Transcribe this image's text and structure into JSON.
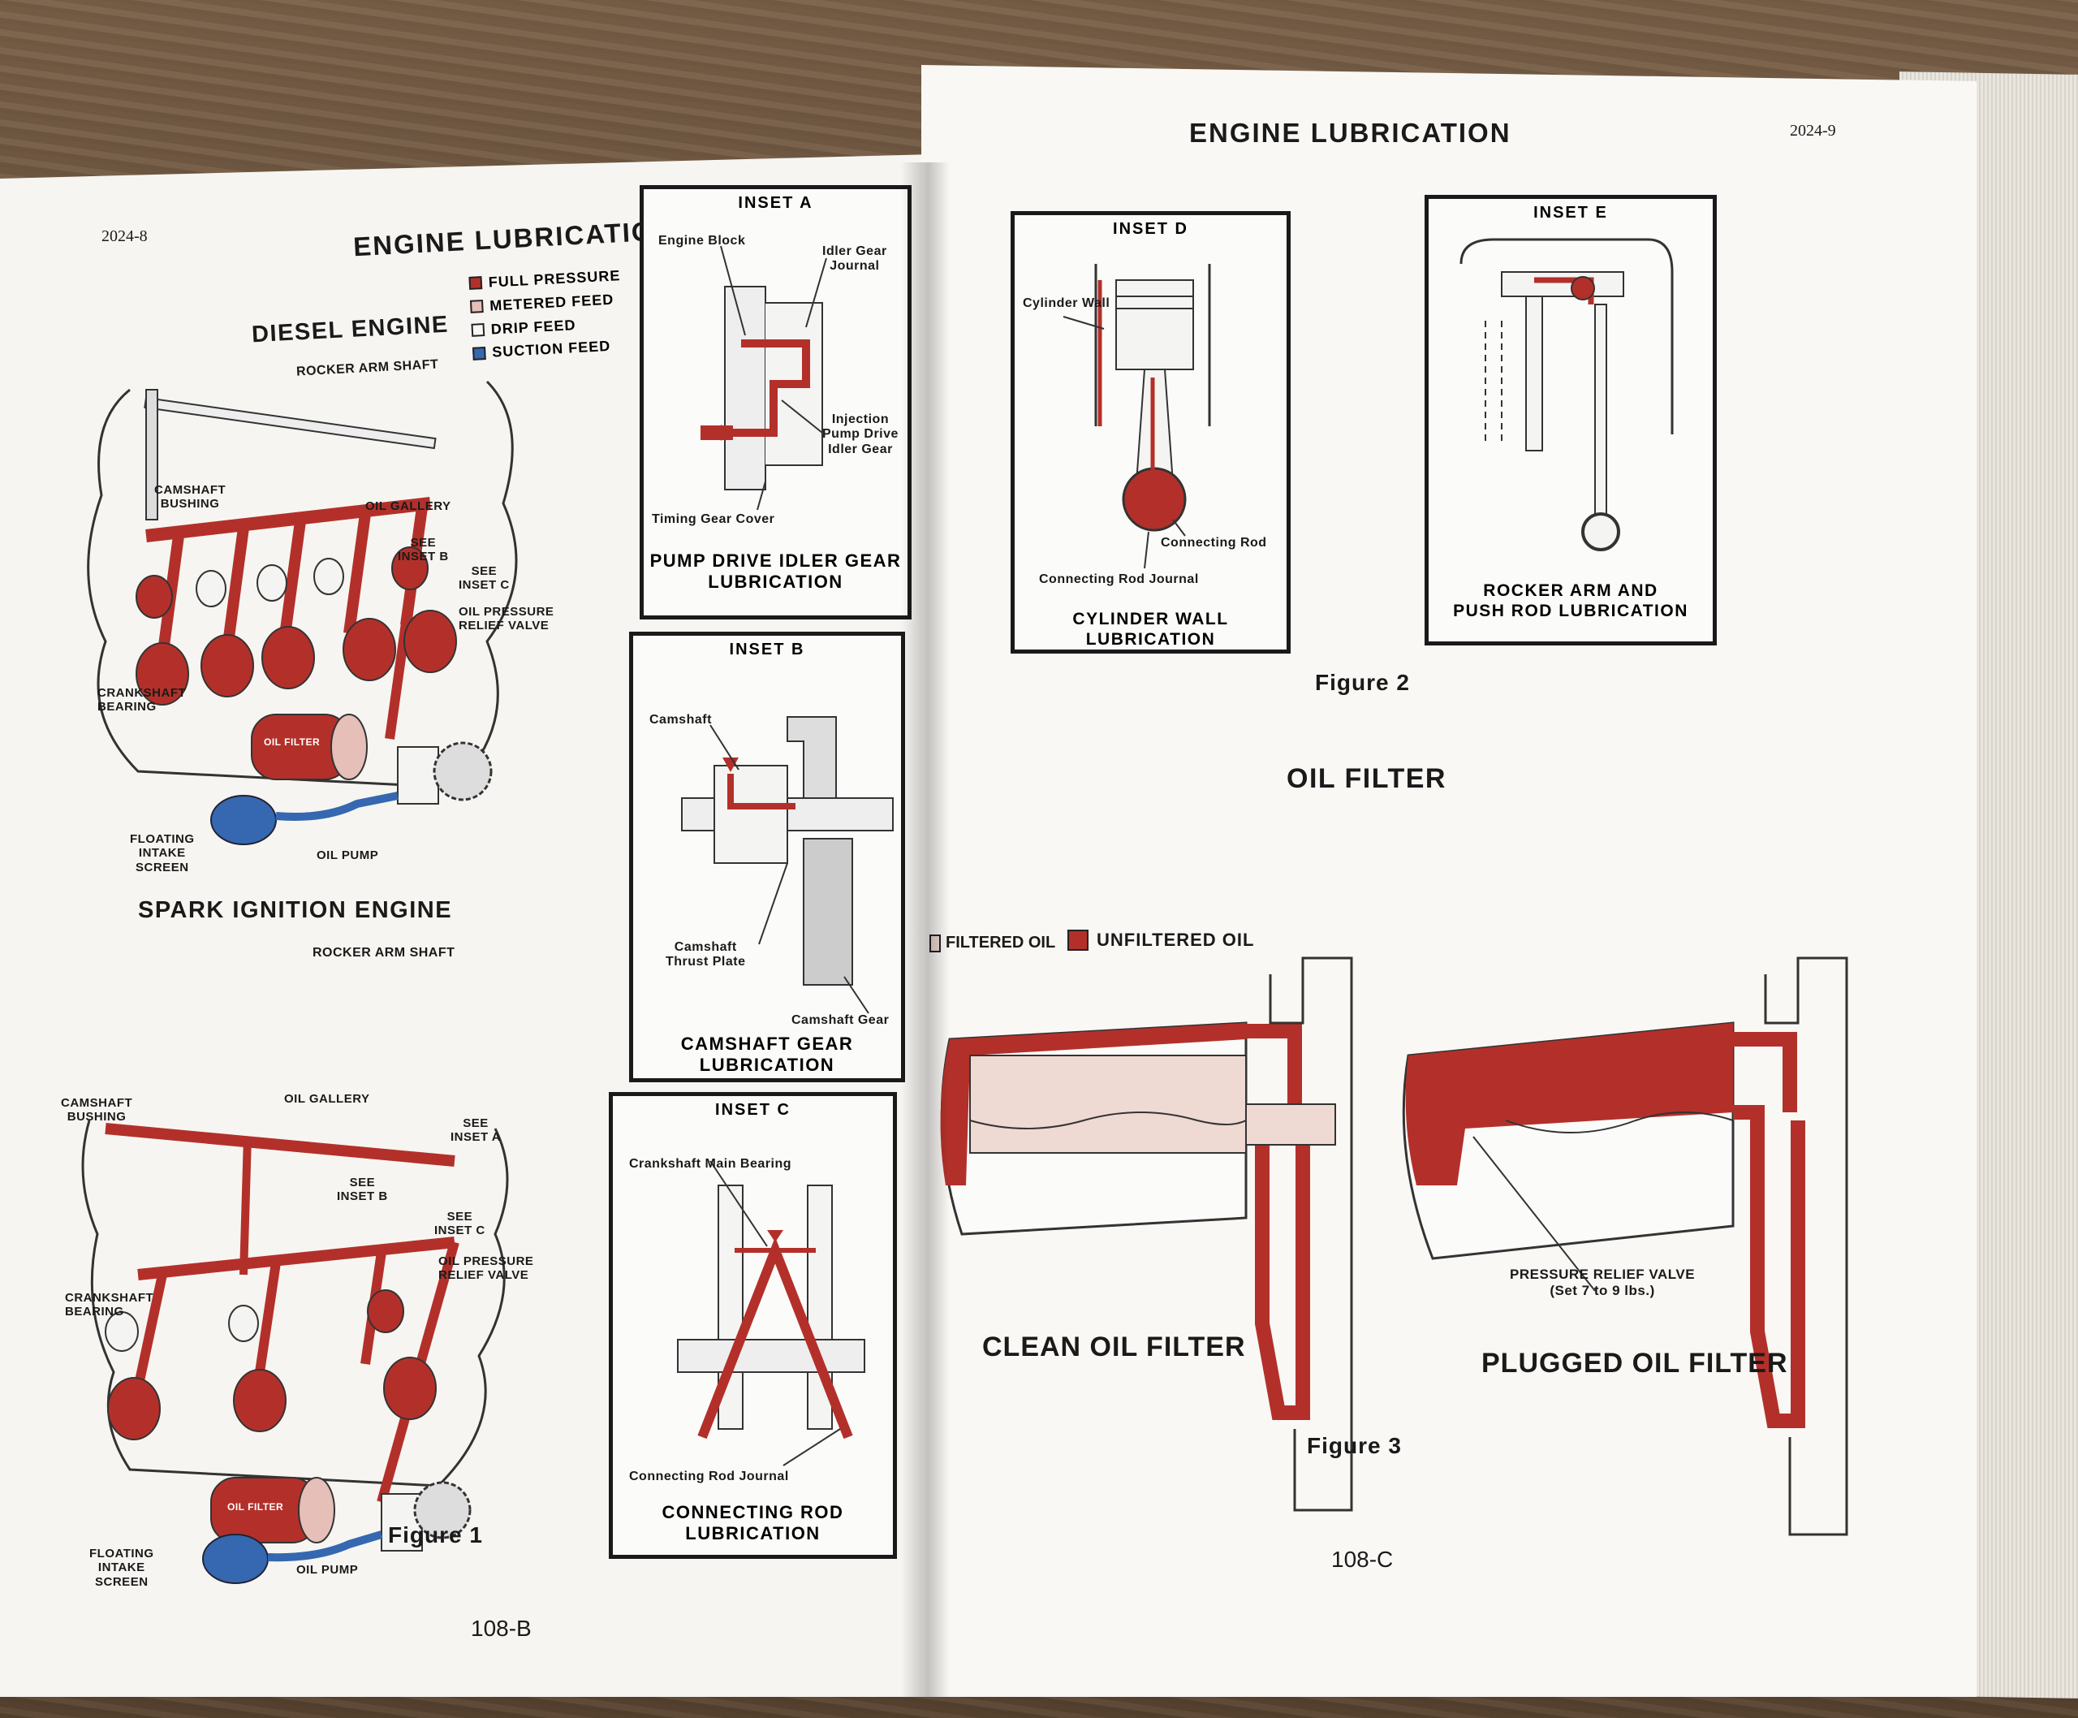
{
  "left_page": {
    "page_code": "2024-8",
    "title": "ENGINE LUBRICATION",
    "legend": [
      {
        "label": "FULL PRESSURE",
        "color": "#b3302a"
      },
      {
        "label": "METERED FEED",
        "color": "#e6bfb8"
      },
      {
        "label": "DRIP FEED",
        "color": "#f7f7f5"
      },
      {
        "label": "SUCTION FEED",
        "color": "#3568b0"
      }
    ],
    "diesel": {
      "title": "DIESEL ENGINE",
      "labels": {
        "rocker": "ROCKER ARM SHAFT",
        "cam_bushing": "CAMSHAFT\nBUSHING",
        "oil_gallery": "OIL GALLERY",
        "see_b": "SEE\nINSET B",
        "see_c": "SEE\nINSET C",
        "relief": "OIL PRESSURE\nRELIEF VALVE",
        "crank": "CRANKSHAFT\nBEARING",
        "filter": "OIL FILTER",
        "intake": "FLOATING\nINTAKE\nSCREEN",
        "pump": "OIL PUMP"
      }
    },
    "spark": {
      "title": "SPARK IGNITION ENGINE",
      "labels": {
        "rocker": "ROCKER ARM SHAFT",
        "cam_bushing": "CAMSHAFT\nBUSHING",
        "oil_gallery": "OIL GALLERY",
        "see_a": "SEE\nINSET A",
        "see_b": "SEE\nINSET B",
        "see_c": "SEE\nINSET C",
        "relief": "OIL PRESSURE\nRELIEF VALVE",
        "crank": "CRANKSHAFT\nBEARING",
        "filter": "OIL FILTER",
        "intake": "FLOATING\nINTAKE\nSCREEN",
        "pump": "OIL PUMP"
      }
    },
    "figure": "Figure 1",
    "page_number": "108-B",
    "insets": {
      "a": {
        "title": "INSET A",
        "labels": {
          "block": "Engine Block",
          "idler": "Idler Gear\nJournal",
          "injection": "Injection\nPump Drive\nIdler Gear",
          "timing": "Timing Gear Cover"
        },
        "caption": "PUMP DRIVE IDLER GEAR\nLUBRICATION"
      },
      "b": {
        "title": "INSET B",
        "labels": {
          "camshaft": "Camshaft",
          "thrust": "Camshaft\nThrust Plate",
          "gear": "Camshaft Gear"
        },
        "caption": "CAMSHAFT GEAR\nLUBRICATION"
      },
      "c": {
        "title": "INSET C",
        "labels": {
          "main": "Crankshaft Main Bearing",
          "journal": "Connecting Rod Journal"
        },
        "caption": "CONNECTING ROD\nLUBRICATION"
      }
    }
  },
  "right_page": {
    "page_code": "2024-9",
    "title": "ENGINE LUBRICATION",
    "insets": {
      "d": {
        "title": "INSET D",
        "labels": {
          "wall": "Cylinder Wall",
          "rod": "Connecting Rod",
          "journal": "Connecting Rod Journal"
        },
        "caption": "CYLINDER WALL LUBRICATION"
      },
      "e": {
        "title": "INSET E",
        "caption": "ROCKER ARM AND\nPUSH ROD LUBRICATION"
      }
    },
    "figure2": "Figure 2",
    "oil_filter_title": "OIL FILTER",
    "legend": [
      {
        "label": "FILTERED OIL",
        "color": "#efd9d3"
      },
      {
        "label": "UNFILTERED OIL",
        "color": "#b3302a"
      }
    ],
    "clean": "CLEAN OIL FILTER",
    "plugged": "PLUGGED OIL FILTER",
    "relief": "PRESSURE RELIEF VALVE\n(Set 7 to 9 lbs.)",
    "figure3": "Figure 3",
    "page_number": "108-C"
  },
  "colors": {
    "red": "#b3302a",
    "blue": "#3568b0",
    "pink": "#efd9d3",
    "ink": "#1a1a1a"
  }
}
